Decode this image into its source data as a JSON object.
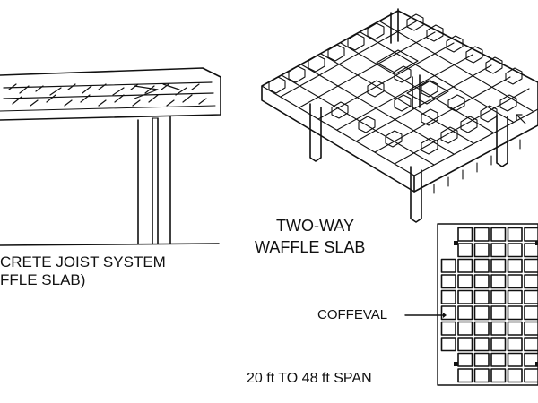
{
  "labels": {
    "joist_line1": "CRETE JOIST SYSTEM",
    "joist_line2": "FFLE SLAB)",
    "twoway_line1": "TWO-WAY",
    "twoway_line2": "WAFFLE SLAB",
    "coffeval": "COFFEVAL",
    "span": "20 ft TO 48 ft SPAN"
  },
  "colors": {
    "ink": "#111111",
    "paper": "#ffffff"
  },
  "waffle_plan": {
    "rows": 10,
    "columns": 6,
    "column_markers": 4
  }
}
